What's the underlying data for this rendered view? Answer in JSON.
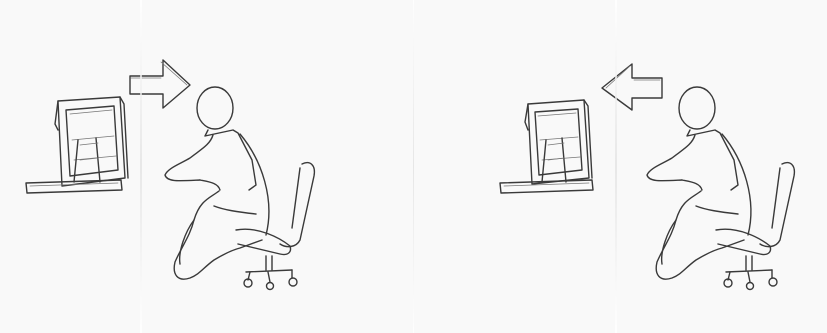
{
  "panels": [
    {
      "id": "left",
      "arrow_direction": "right",
      "description_icon": "arrow-right-icon"
    },
    {
      "id": "right",
      "arrow_direction": "left",
      "description_icon": "arrow-left-icon"
    }
  ],
  "colors": {
    "paper": "#f9f9f9",
    "ink": "#3a3a3a"
  }
}
